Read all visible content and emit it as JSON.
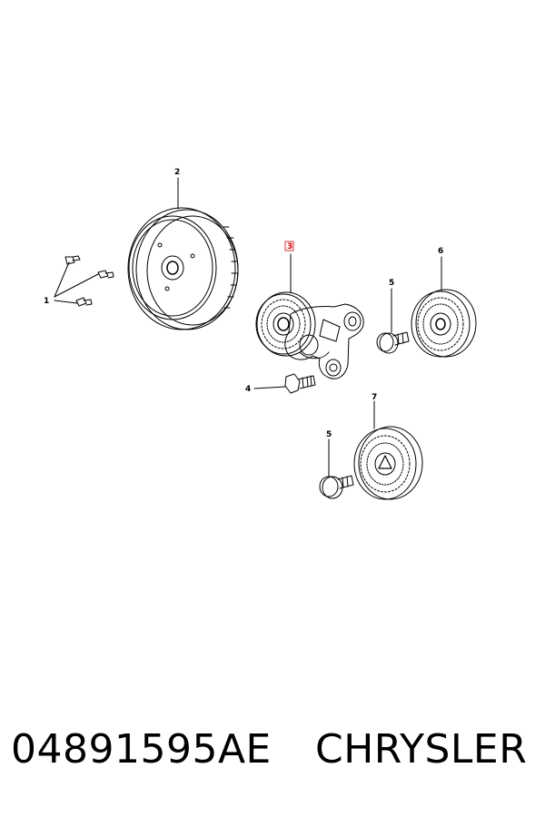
{
  "diagram": {
    "callouts": [
      {
        "id": "1",
        "label": "1",
        "highlighted": false
      },
      {
        "id": "2",
        "label": "2",
        "highlighted": false
      },
      {
        "id": "3",
        "label": "3",
        "highlighted": true
      },
      {
        "id": "4",
        "label": "4",
        "highlighted": false
      },
      {
        "id": "5a",
        "label": "5",
        "highlighted": false
      },
      {
        "id": "6",
        "label": "6",
        "highlighted": false
      },
      {
        "id": "5b",
        "label": "5",
        "highlighted": false
      },
      {
        "id": "7",
        "label": "7",
        "highlighted": false
      }
    ],
    "colors": {
      "line": "#000000",
      "highlight": "#d40000",
      "background": "#ffffff"
    }
  },
  "footer": {
    "part_number": "04891595AE",
    "brand": "CHRYSLER"
  }
}
